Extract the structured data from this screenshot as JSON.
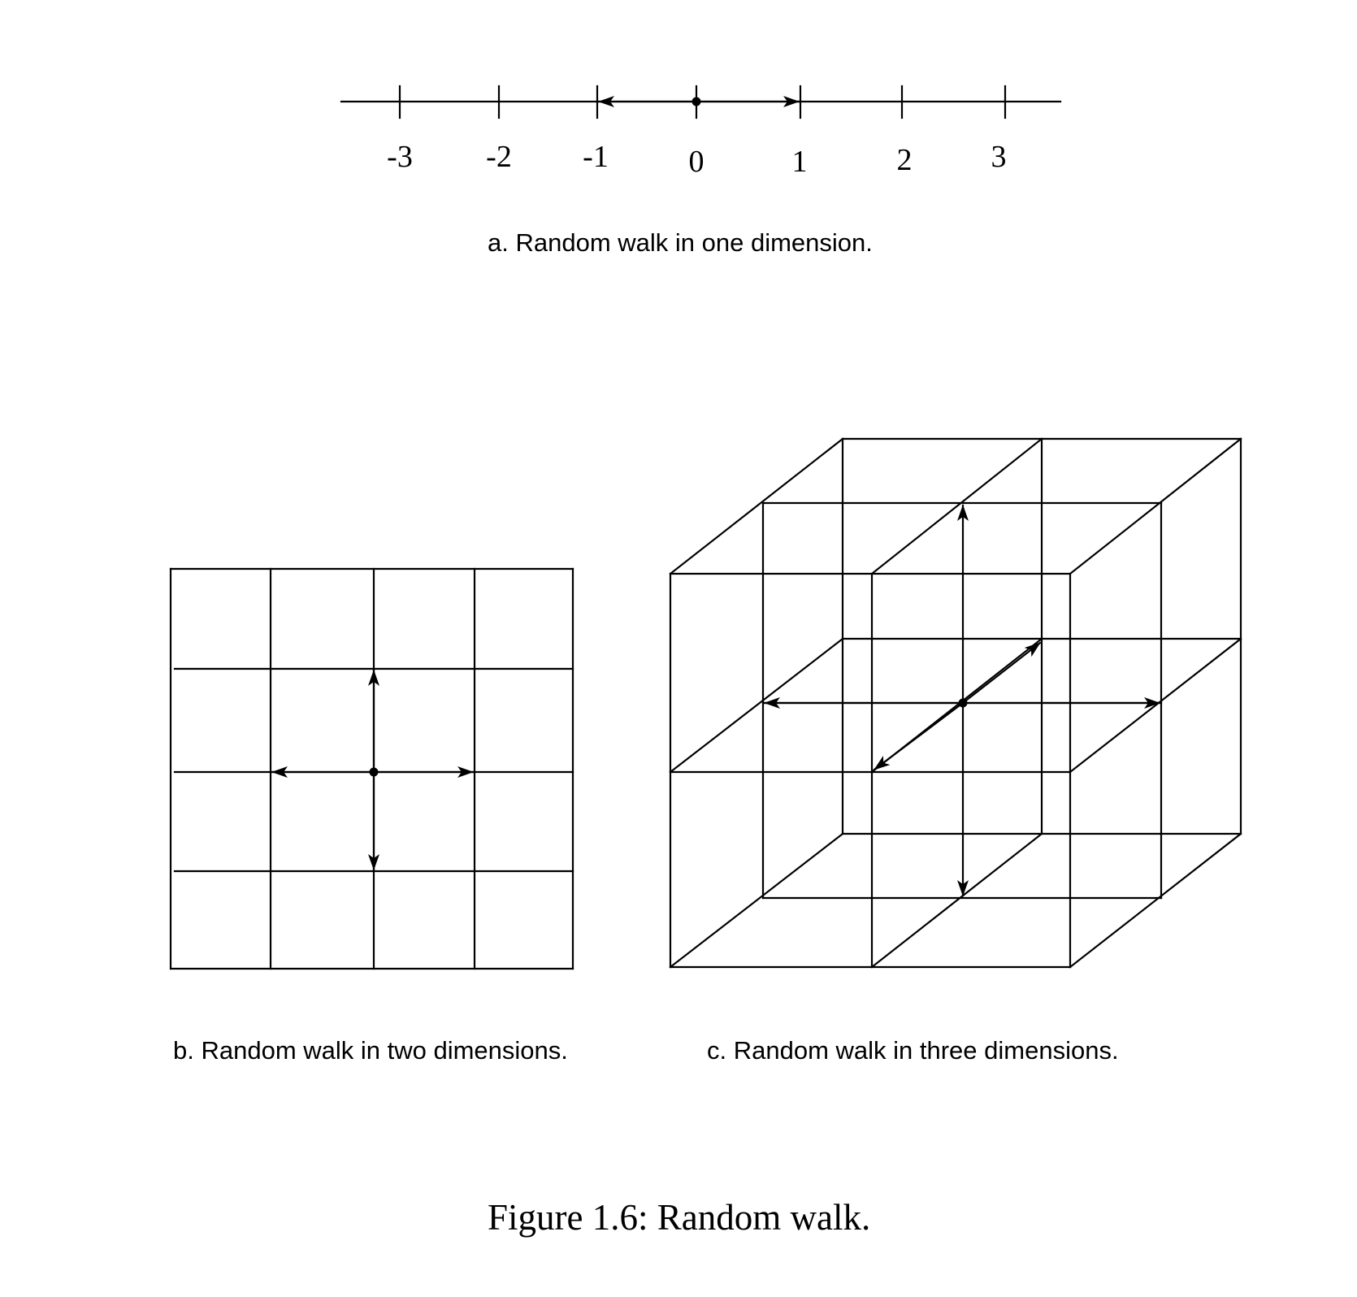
{
  "panel_a": {
    "caption": "a.  Random walk in one dimension.",
    "tick_labels": [
      "-3",
      "-2",
      "-1",
      "0",
      "1",
      "2",
      "3"
    ],
    "start_position": 0,
    "step_arrows": [
      -1,
      1
    ]
  },
  "panel_b": {
    "caption": "b.  Random walk in two dimensions.",
    "step_arrows": [
      "up",
      "down",
      "left",
      "right"
    ]
  },
  "panel_c": {
    "caption": "c.  Random walk in three dimensions.",
    "step_arrows": [
      "up",
      "down",
      "left",
      "right",
      "forward",
      "back"
    ]
  },
  "figure_caption": "Figure 1.6: Random walk."
}
